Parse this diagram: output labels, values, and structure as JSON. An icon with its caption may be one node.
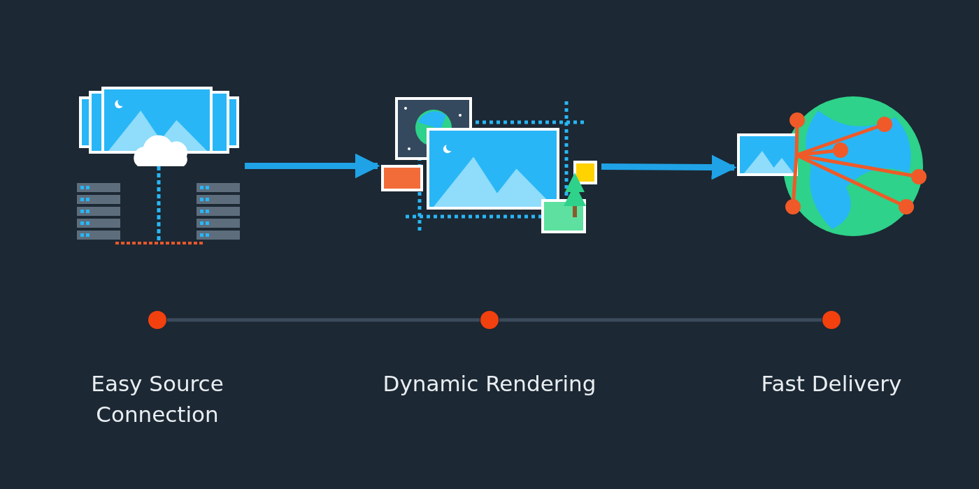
{
  "diagram": {
    "nodes": [
      {
        "text": [],
        "shape": "picture"
      },
      {
        "text": [],
        "shape": "picture"
      },
      {
        "text": [],
        "shape": "picture"
      },
      {
        "text": [],
        "shape": "circle",
        "beside": [
          "Easy Source Connection"
        ]
      },
      {
        "text": [],
        "shape": "circle",
        "beside": [
          "Dynamic Rendering"
        ]
      },
      {
        "text": [],
        "shape": "circle",
        "beside": [
          "Fast Delivery"
        ]
      }
    ],
    "edges": [
      {
        "from": 0,
        "to": 1,
        "arrow": "to",
        "style": "thick",
        "color": "#1fa3e6"
      },
      {
        "from": 1,
        "to": 2,
        "arrow": "to",
        "style": "thick",
        "color": "#1fa3e6"
      },
      {
        "from": 3,
        "to": 4,
        "arrow": "none",
        "color": "#3b4b5b"
      },
      {
        "from": 4,
        "to": 5,
        "arrow": "none",
        "color": "#3b4b5b"
      }
    ]
  }
}
